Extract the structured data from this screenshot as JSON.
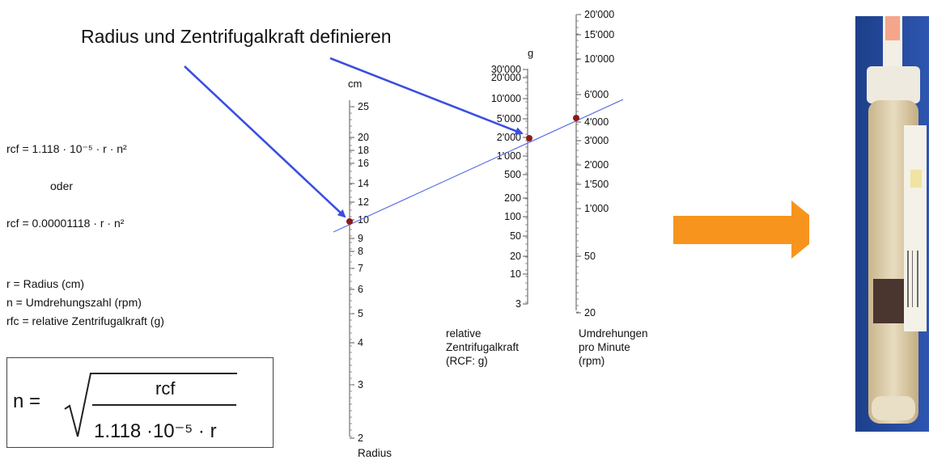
{
  "title": "Radius und Zentrifugalkraft definieren",
  "formulas": {
    "rcf_formula_1": "rcf = 1.118 · 10⁻⁵ · r · n²",
    "oder": "oder",
    "rcf_formula_2": "rcf = 0.00001118 · r · n²"
  },
  "legend": [
    "r = Radius (cm)",
    "n = Umdrehungszahl (rpm)",
    "rfc = relative Zentrifugalkraft (g)"
  ],
  "boxed_formula": {
    "lhs": "n =",
    "numerator": "rcf",
    "denominator": "1.118 ·10⁻⁵ · r"
  },
  "radius_scale": {
    "unit": "cm",
    "caption": "Radius",
    "ticks": [
      "25",
      "20",
      "18",
      "16",
      "14",
      "12",
      "10",
      "9",
      "8",
      "7",
      "6",
      "5",
      "4",
      "3",
      "2"
    ]
  },
  "rcf_scale": {
    "unit": "g",
    "caption_lines": [
      "relative",
      "Zentrifugalkraft",
      "(RCF: g)"
    ],
    "ticks": [
      "30'000",
      "20'000",
      "10'000",
      "5'000",
      "2'000",
      "1'000",
      "500",
      "200",
      "100",
      "50",
      "20",
      "10",
      "3"
    ]
  },
  "rpm_scale": {
    "caption_lines": [
      "Umdrehungen",
      "pro Minute",
      "(rpm)"
    ],
    "ticks": [
      "20'000",
      "15'000",
      "10'000",
      "6'000",
      "4'000",
      "3'000",
      "2'000",
      "1'500",
      "1'000",
      "50",
      "20"
    ]
  },
  "example_reading": {
    "radius_cm": 10,
    "rcf_g": 2000,
    "rpm": 4000
  },
  "colors": {
    "arrow_blue": "#3a4fe0",
    "line_blue": "#5a6fe6",
    "marker_red": "#8b1a1a",
    "orange_arrow": "#f7941d"
  },
  "icons": [
    "orange-right-arrow",
    "blood-collection-tube"
  ]
}
